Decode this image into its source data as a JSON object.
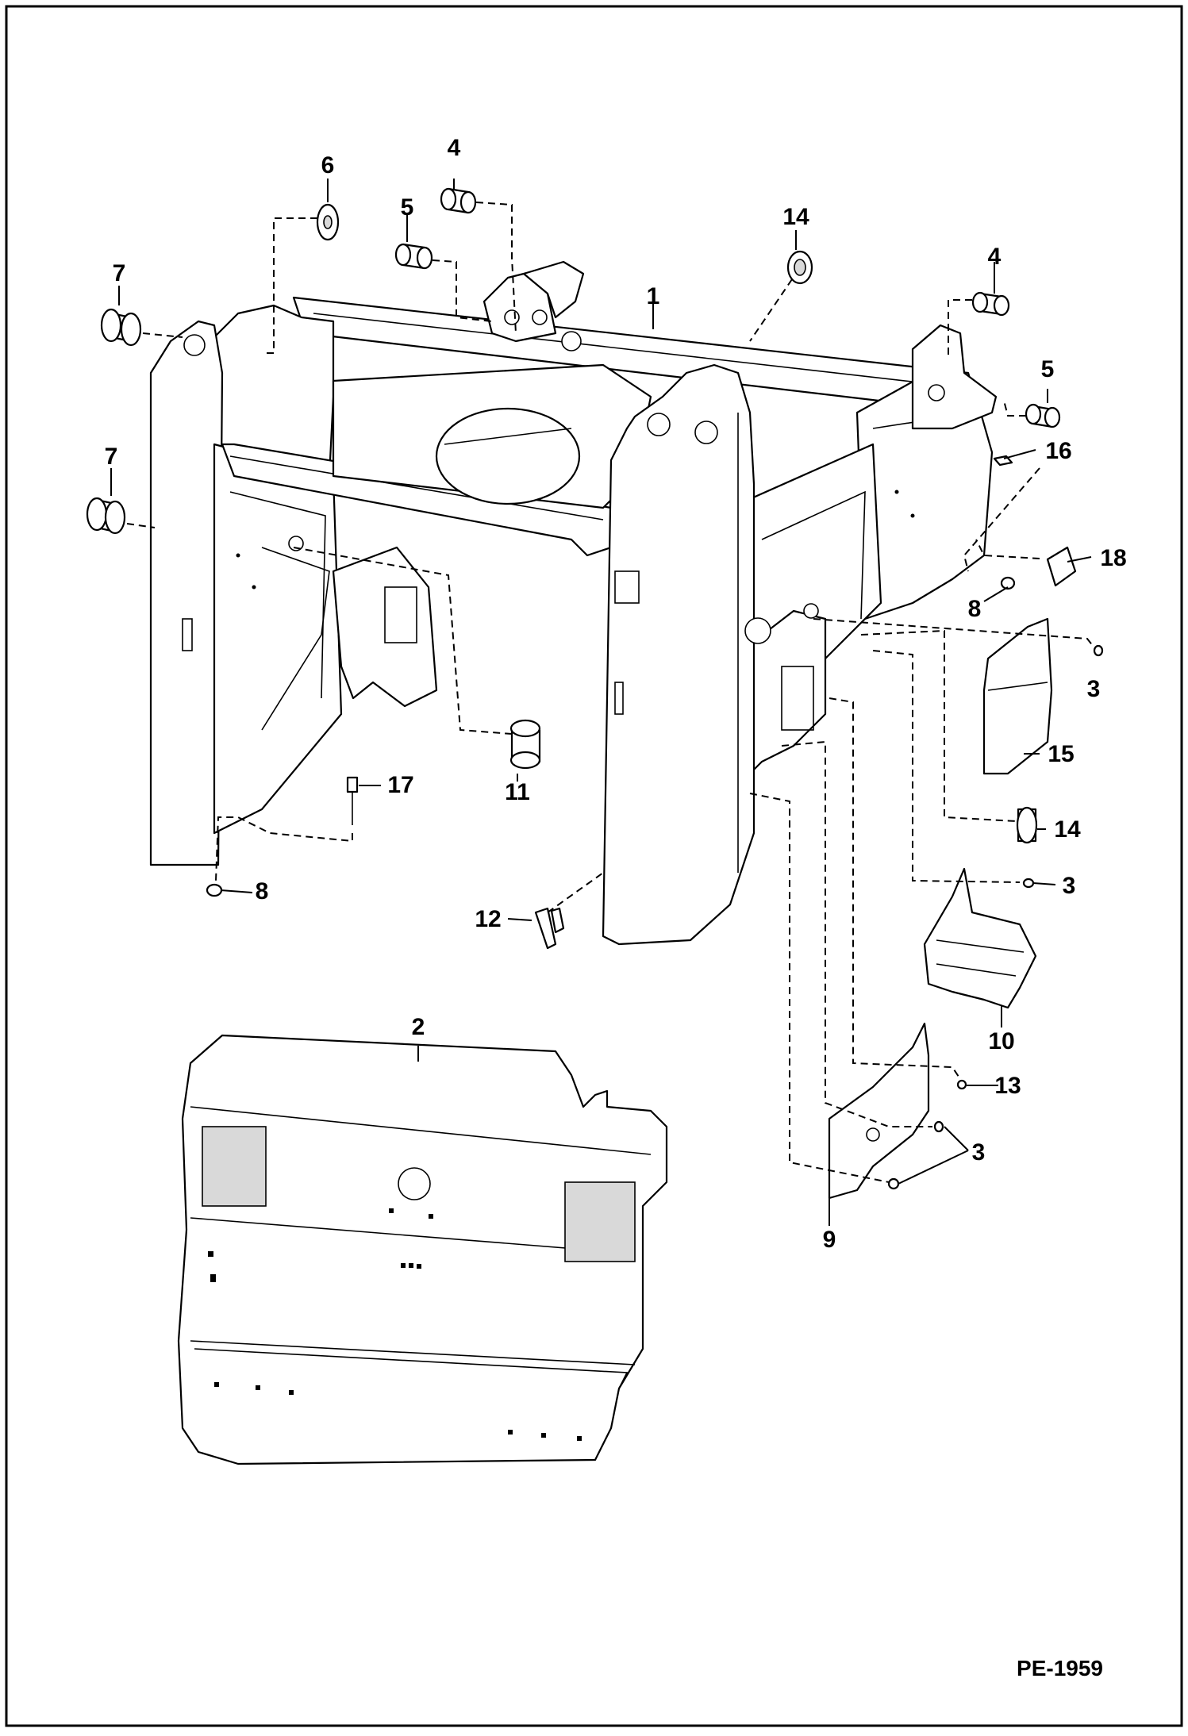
{
  "figure_ref": "PE-1959",
  "callouts": [
    {
      "id": "c1",
      "text": "1"
    },
    {
      "id": "c2",
      "text": "2"
    },
    {
      "id": "c3a",
      "text": "3"
    },
    {
      "id": "c3b",
      "text": "3"
    },
    {
      "id": "c3c",
      "text": "3"
    },
    {
      "id": "c4a",
      "text": "4"
    },
    {
      "id": "c4b",
      "text": "4"
    },
    {
      "id": "c5a",
      "text": "5"
    },
    {
      "id": "c5b",
      "text": "5"
    },
    {
      "id": "c6",
      "text": "6"
    },
    {
      "id": "c7a",
      "text": "7"
    },
    {
      "id": "c7b",
      "text": "7"
    },
    {
      "id": "c8a",
      "text": "8"
    },
    {
      "id": "c8b",
      "text": "8"
    },
    {
      "id": "c9",
      "text": "9"
    },
    {
      "id": "c10",
      "text": "10"
    },
    {
      "id": "c11",
      "text": "11"
    },
    {
      "id": "c12",
      "text": "12"
    },
    {
      "id": "c13",
      "text": "13"
    },
    {
      "id": "c14a",
      "text": "14"
    },
    {
      "id": "c14b",
      "text": "14"
    },
    {
      "id": "c15",
      "text": "15"
    },
    {
      "id": "c16",
      "text": "16"
    },
    {
      "id": "c17",
      "text": "17"
    },
    {
      "id": "c18",
      "text": "18"
    }
  ]
}
